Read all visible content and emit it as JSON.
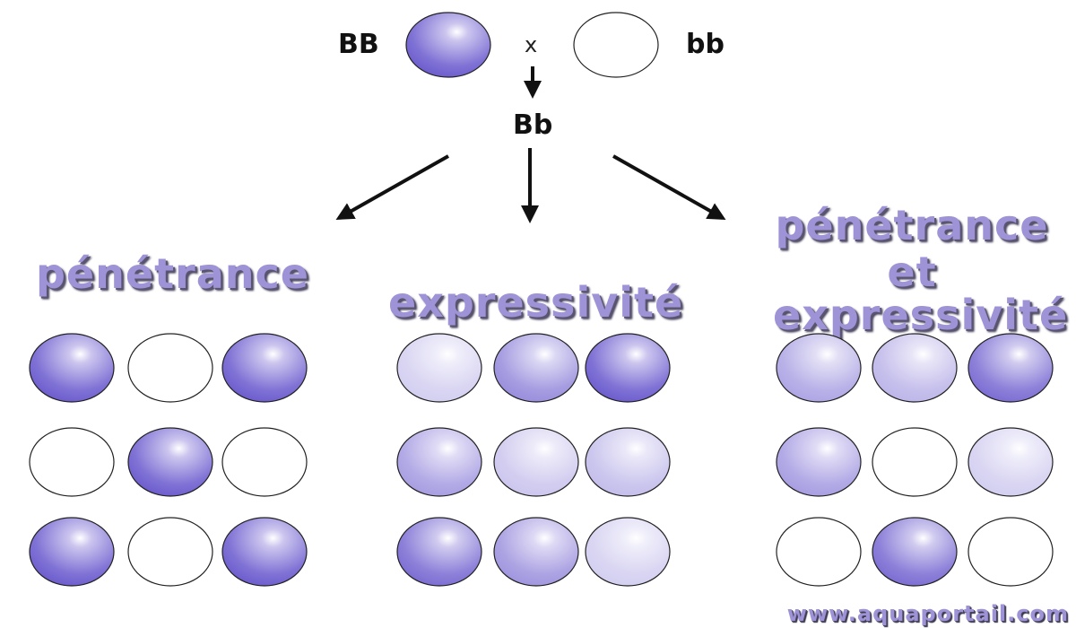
{
  "cross": {
    "parent_left": "BB",
    "cross_symbol": "x",
    "parent_right": "bb",
    "offspring": "Bb"
  },
  "headings": {
    "penetrance": "pénétrance",
    "expressivity": "expressivité",
    "both_line1": "pénétrance",
    "both_line2": "et",
    "both_line3": "expressivité"
  },
  "colors": {
    "full": "#6a5acd",
    "none": "#ffffff",
    "accent_text": "#9d93d6"
  },
  "grids": {
    "penetrance": [
      [
        1,
        0,
        1
      ],
      [
        0,
        1,
        0
      ],
      [
        1,
        0,
        1
      ]
    ],
    "expressivity": [
      [
        0.3,
        0.7,
        1.0
      ],
      [
        0.6,
        0.35,
        0.4
      ],
      [
        0.9,
        0.65,
        0.3
      ]
    ],
    "penetrance_and_expressivity": [
      [
        0.55,
        0.45,
        0.9
      ],
      [
        0.6,
        0,
        0.3
      ],
      [
        0,
        0.9,
        0
      ]
    ]
  },
  "watermark": "www.aquaportail.com"
}
